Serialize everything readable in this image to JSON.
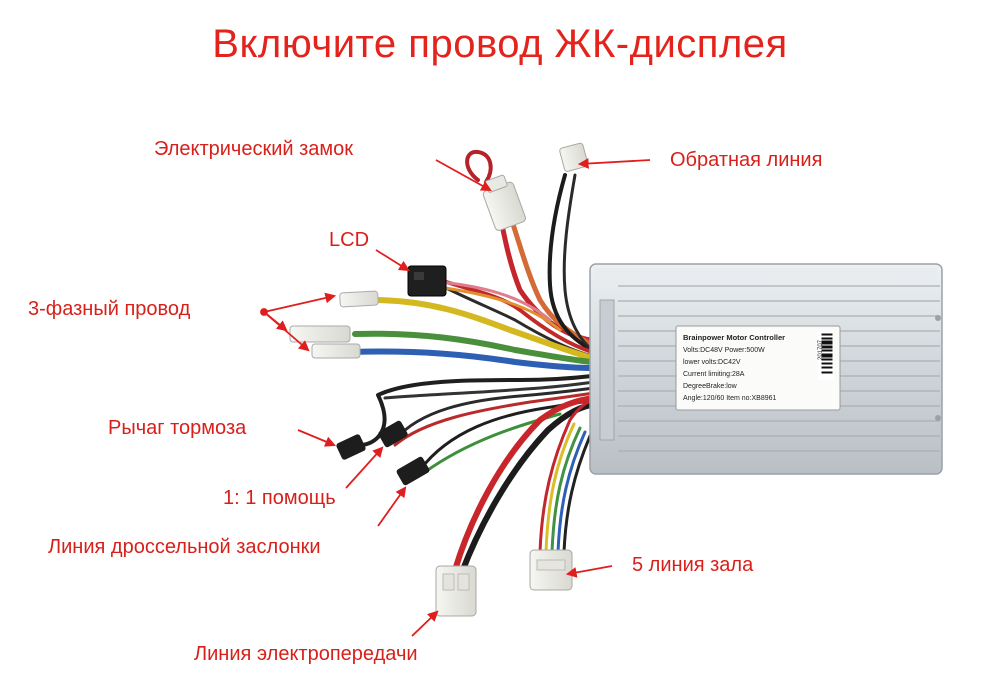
{
  "title": "Включите провод ЖК-дисплея",
  "labels": {
    "electric_lock": "Электрический замок",
    "return_line": "Обратная линия",
    "lcd": "LCD",
    "three_phase": "3-фазный провод",
    "brake_lever": "Рычаг тормоза",
    "assist": "1: 1 помощь",
    "throttle": "Линия дроссельной заслонки",
    "hall": "5 линия зала",
    "power": "Линия электропередачи"
  },
  "controller_label": {
    "heading": "Brainpower Motor Controller",
    "line1": "Volts:DC48V    Power:500W",
    "line2": "lower volts:DC42V",
    "line3": "Current limiting:28A",
    "line4": "DegreeBrake:low",
    "line5": "Angle:120/60  Item no:XB8961",
    "barcode_text": "201707"
  },
  "colors": {
    "label": "#d8201b",
    "title": "#e3231c",
    "pointer": "#e01e1e",
    "housing": "#d3d8dc"
  }
}
